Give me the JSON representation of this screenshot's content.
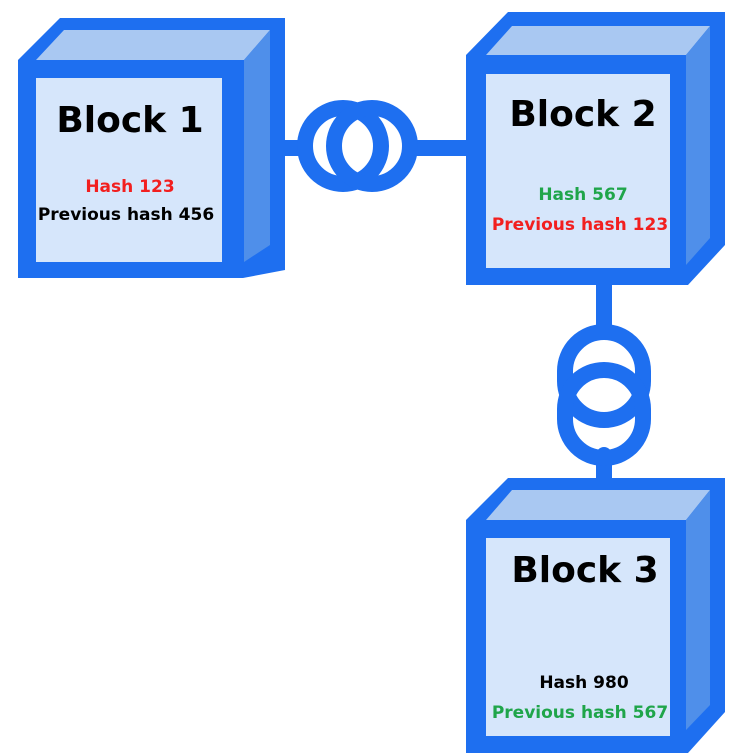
{
  "colors": {
    "outline": "#1E6FF0",
    "face": "#D6E6FB",
    "side": "#4F8FEA",
    "top": "#A9C8F2",
    "red": "#F21F1F",
    "green": "#1FA54A",
    "black": "#000000"
  },
  "blocks": [
    {
      "title": "Block 1",
      "lines": [
        {
          "text": "Hash 123",
          "color": "red"
        },
        {
          "text": "Previous hash 456",
          "color": "black"
        }
      ]
    },
    {
      "title": "Block 2",
      "lines": [
        {
          "text": "Hash 567",
          "color": "green"
        },
        {
          "text": "Previous hash 123",
          "color": "red"
        }
      ]
    },
    {
      "title": "Block 3",
      "lines": [
        {
          "text": "Hash 980",
          "color": "black"
        },
        {
          "text": "Previous hash 567",
          "color": "green"
        }
      ]
    }
  ],
  "links": [
    {
      "from": "Block 1",
      "to": "Block 2",
      "icon": "chain-link-icon"
    },
    {
      "from": "Block 2",
      "to": "Block 3",
      "icon": "chain-link-icon"
    }
  ]
}
